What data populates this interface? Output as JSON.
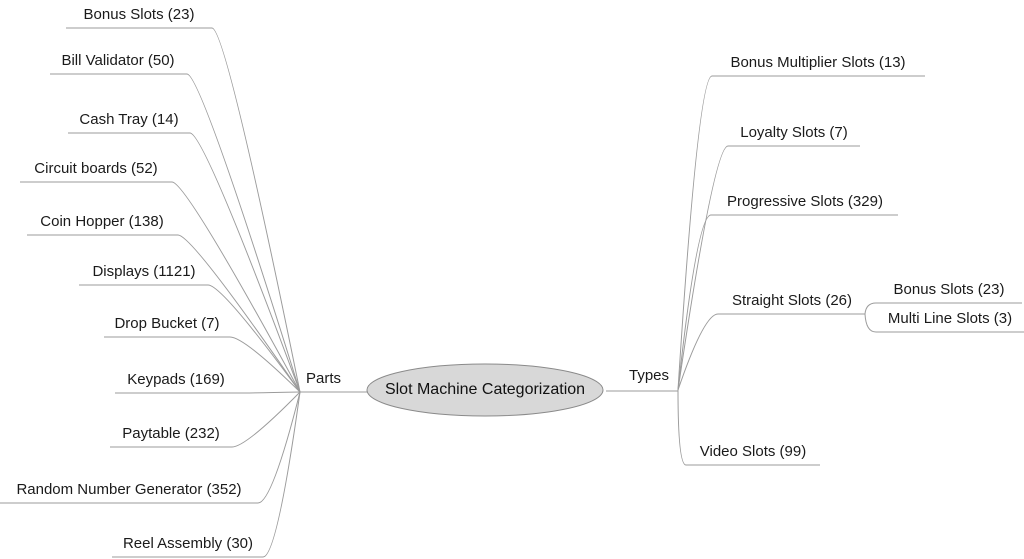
{
  "diagram": {
    "type": "mindmap",
    "root": {
      "text": "Slot Machine Categorization"
    },
    "branches": {
      "left": {
        "label": "Parts",
        "items": [
          {
            "label": "Bonus Slots",
            "count": 23,
            "text": "Bonus Slots (23)"
          },
          {
            "label": "Bill Validator",
            "count": 50,
            "text": "Bill Validator (50)"
          },
          {
            "label": "Cash Tray",
            "count": 14,
            "text": "Cash Tray (14)"
          },
          {
            "label": "Circuit boards",
            "count": 52,
            "text": "Circuit boards (52)"
          },
          {
            "label": "Coin Hopper",
            "count": 138,
            "text": "Coin Hopper (138)"
          },
          {
            "label": "Displays",
            "count": 1121,
            "text": "Displays (1121)"
          },
          {
            "label": "Drop Bucket",
            "count": 7,
            "text": "Drop Bucket (7)"
          },
          {
            "label": "Keypads",
            "count": 169,
            "text": "Keypads (169)"
          },
          {
            "label": "Paytable",
            "count": 232,
            "text": "Paytable (232)"
          },
          {
            "label": "Random Number Generator",
            "count": 352,
            "text": "Random Number Generator (352)"
          },
          {
            "label": "Reel Assembly",
            "count": 30,
            "text": "Reel Assembly (30)"
          }
        ]
      },
      "right": {
        "label": "Types",
        "items": [
          {
            "label": "Bonus Multiplier Slots",
            "count": 13,
            "text": "Bonus Multiplier Slots (13)"
          },
          {
            "label": "Loyalty Slots",
            "count": 7,
            "text": "Loyalty Slots (7)"
          },
          {
            "label": "Progressive Slots",
            "count": 329,
            "text": "Progressive Slots (329)"
          },
          {
            "label": "Straight Slots",
            "count": 26,
            "text": "Straight Slots (26)",
            "children": [
              {
                "label": "Bonus Slots",
                "count": 23,
                "text": "Bonus Slots (23)"
              },
              {
                "label": "Multi Line Slots",
                "count": 3,
                "text": "Multi Line Slots (3)"
              }
            ]
          },
          {
            "label": "Video Slots",
            "count": 99,
            "text": "Video Slots (99)"
          }
        ]
      }
    },
    "colors": {
      "background": "#ffffff",
      "edge": "#9b9b9b",
      "root_fill": "#d8d8d8",
      "root_stroke": "#8a8a8a",
      "text": "#1a1a1a"
    }
  }
}
